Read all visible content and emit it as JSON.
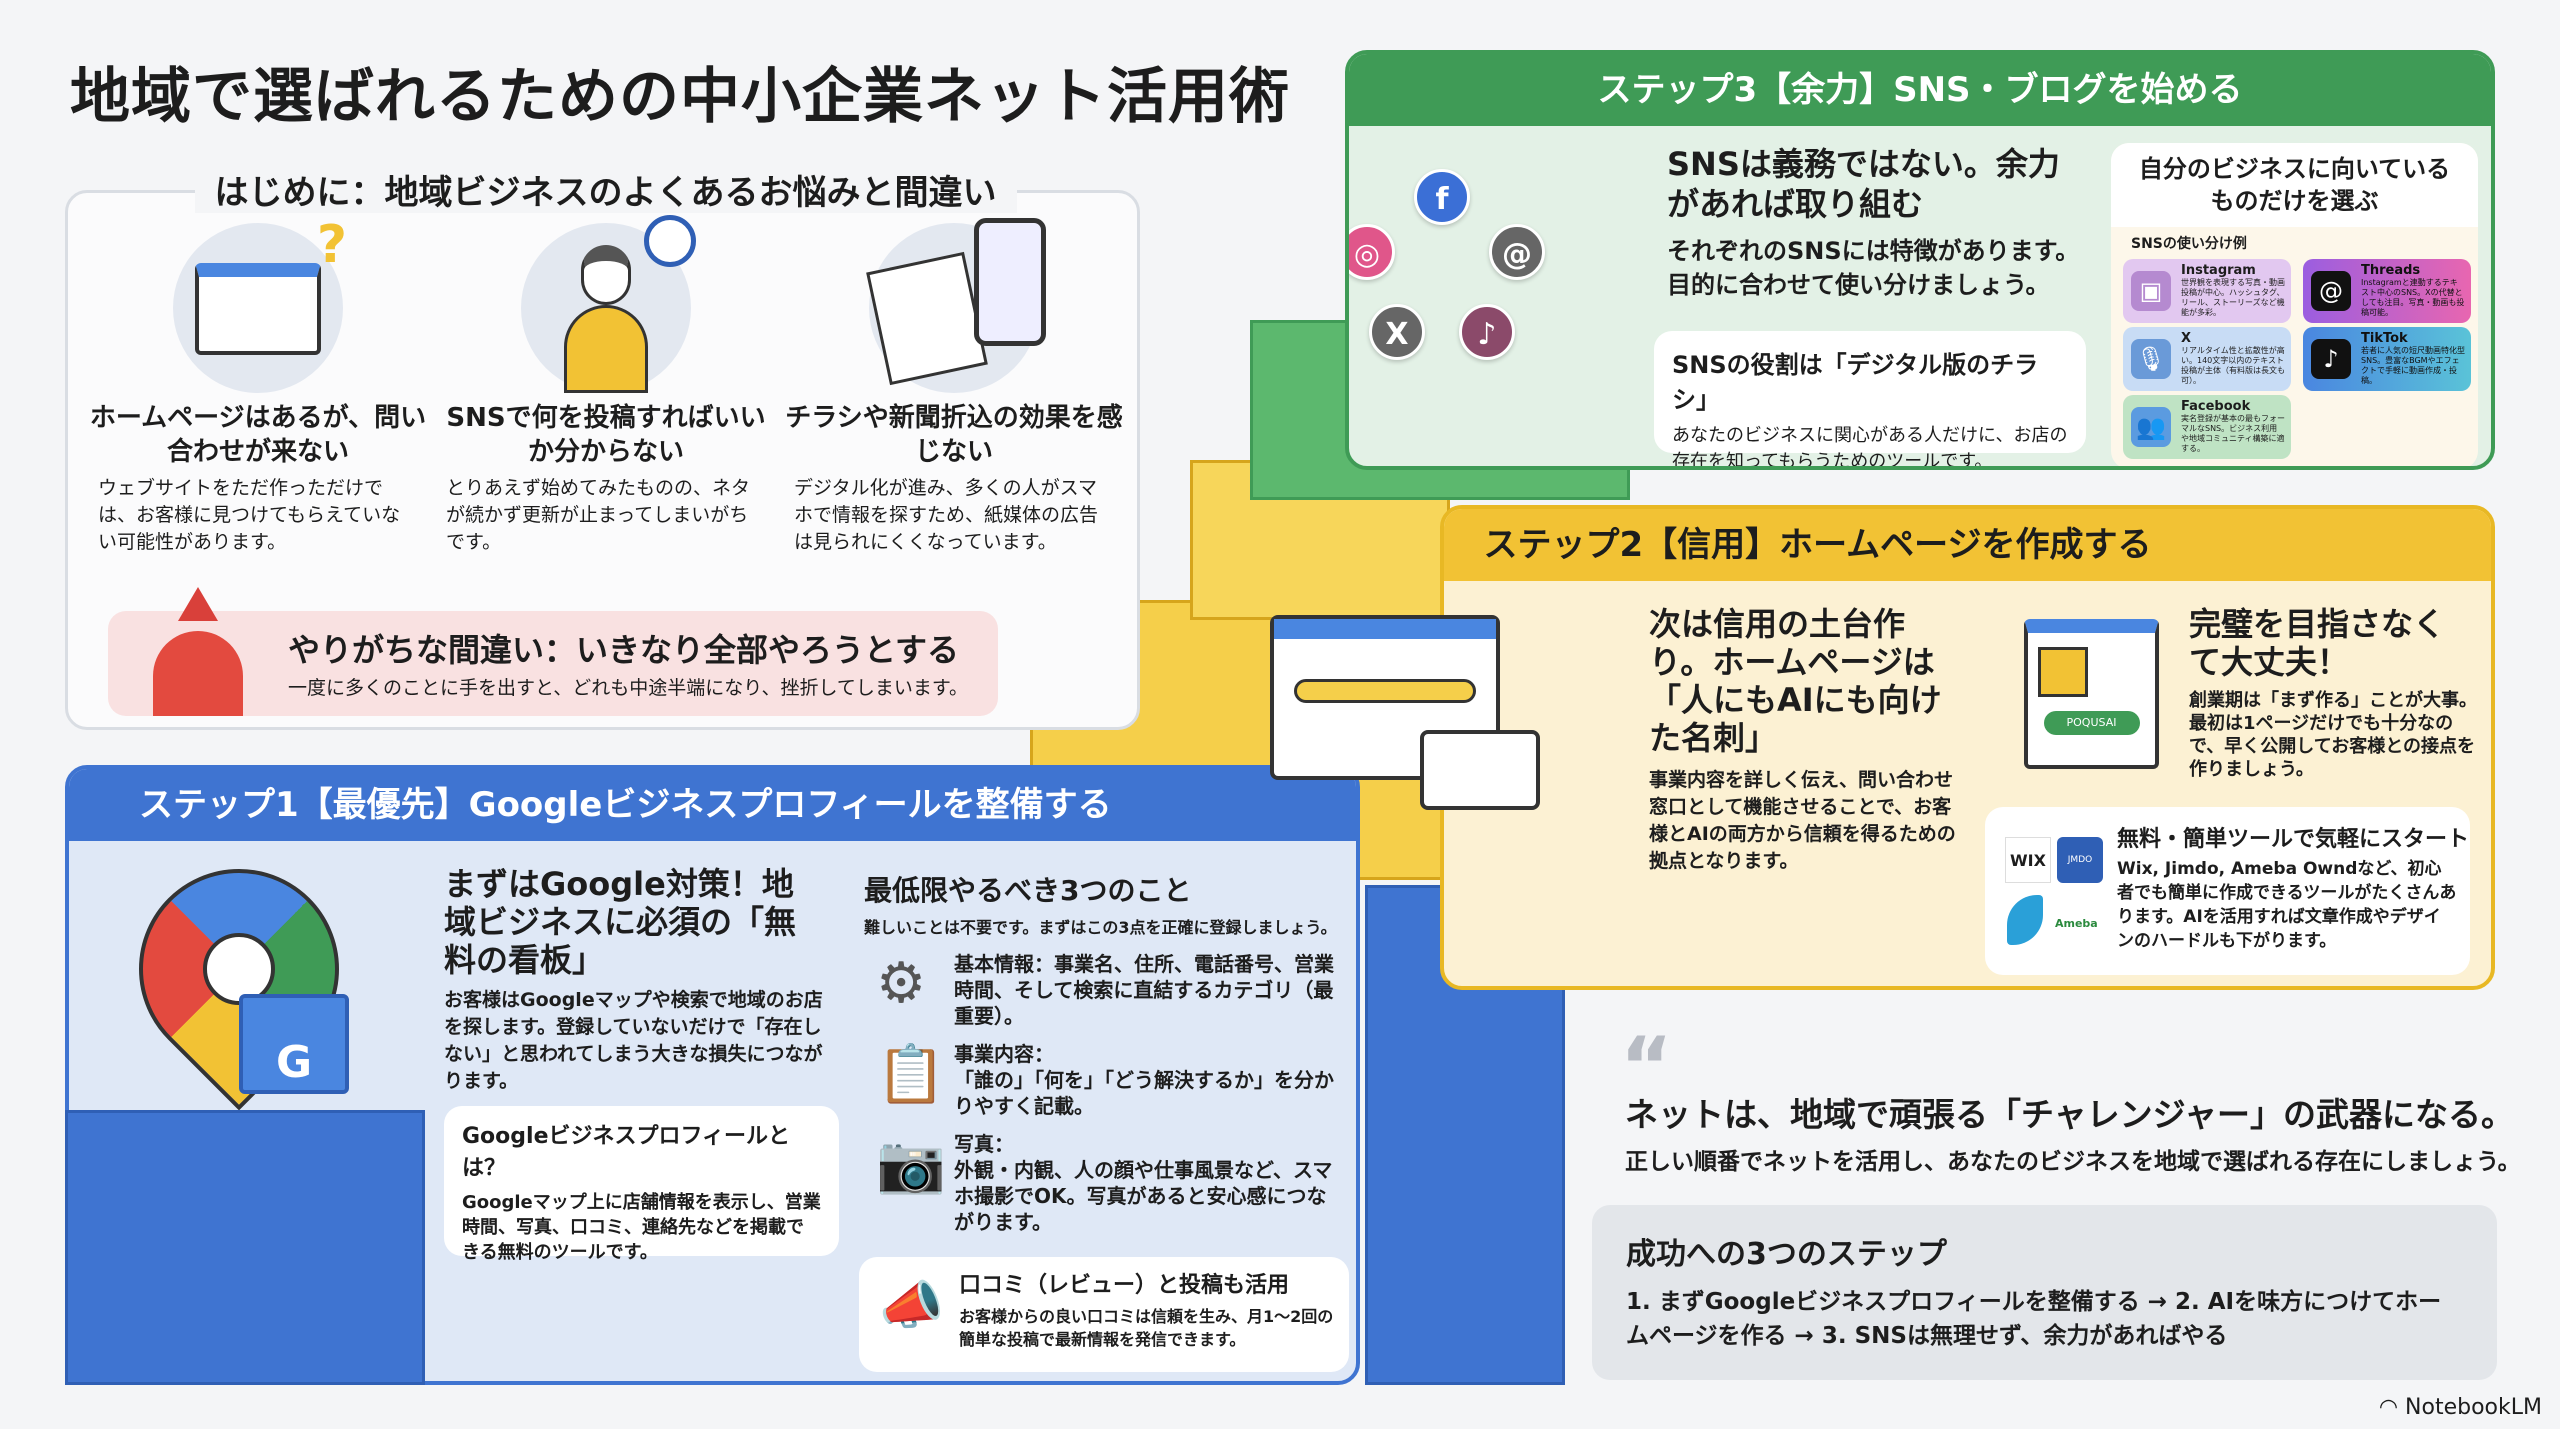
{
  "title": "地域で選ばれるための中小企業ネット活用術",
  "intro": {
    "heading": "はじめに：地域ビジネスのよくあるお悩みと間違い",
    "problems": [
      {
        "icon": "browser-search-icon",
        "title": "ホームページはあるが、問い合わせが来ない",
        "text": "ウェブサイトをただ作っただけでは、お客様に見つけてもらえていない可能性があります。"
      },
      {
        "icon": "confused-person-phone-icon",
        "title": "SNSで何を投稿すればいいか分からない",
        "text": "とりあえず始めてみたものの、ネタが続かず更新が止まってしまいがちです。"
      },
      {
        "icon": "newspaper-phone-map-icon",
        "title": "チラシや新聞折込の効果を感じない",
        "text": "デジタル化が進み、多くの人がスマホで情報を探すため、紙媒体の広告は見られにくくなっています。"
      }
    ],
    "mistake": {
      "title": "やりがちな間違い：いきなり全部やろうとする",
      "text": "一度に多くのことに手を出すと、どれも中途半端になり、挫折してしまいます。"
    }
  },
  "step3": {
    "header": "ステップ3【余力】SNS・ブログを始める",
    "headline": "SNSは義務ではない。余力があれば取り組む",
    "body": "それぞれのSNSには特徴があります。目的に合わせて使い分けましょう。",
    "role_title": "SNSの役割は「デジタル版のチラシ」",
    "role_text": "あなたのビジネスに関心がある人だけに、お店の存在を知ってもらうためのツールです。",
    "choose_title": "自分のビジネスに向いているものだけを選ぶ",
    "examples_title": "SNSの使い分け例",
    "sns": [
      {
        "name": "Instagram",
        "text": "世界観を表現する写真・動画投稿が中心。ハッシュタグ、リール、ストーリーズなど機能が多彩。",
        "color": "#e2c8f0"
      },
      {
        "name": "X",
        "text": "リアルタイム性と拡散性が高い。140文字以内のテキスト投稿が主体（有料版は長文も可）。",
        "color": "#c8dcf5"
      },
      {
        "name": "Facebook",
        "text": "実名登録が基本の最もフォーマルなSNS。ビジネス利用や地域コミュニティ構築に適する。",
        "color": "#bfe3c4"
      },
      {
        "name": "Threads",
        "text": "Instagramと連動するテキスト中心のSNS。Xの代替としても注目。写真・動画も投稿可能。",
        "color": "#c869e0"
      },
      {
        "name": "TikTok",
        "text": "若者に人気の短尺動画特化型SNS。豊富なBGMやエフェクトで手軽に動画作成・投稿。",
        "color": "#5b9be0"
      }
    ]
  },
  "step2": {
    "header": "ステップ2【信用】ホームページを作成する",
    "headline": "次は信用の土台作り。ホームページは「人にもAIにも向けた名刺」",
    "body": "事業内容を詳しく伝え、問い合わせ窓口として機能させることで、お客様とAIの両方から信頼を得るための拠点となります。",
    "perfect_title": "完璧を目指さなくて大丈夫！",
    "perfect_text": "創業期は「まず作る」ことが大事。最初は1ページだけでも十分なので、早く公開してお客様との接点を作りましょう。",
    "button_label": "POQUSAI",
    "tools_title": "無料・簡単ツールで気軽にスタート",
    "tools_text": "Wix, Jimdo, Ameba Owndなど、初心者でも簡単に作成できるツールがたくさんあります。AIを活用すれば文章作成やデザインのハードルも下がります。",
    "logos": [
      "WIX",
      "JMDO",
      "Ameba"
    ]
  },
  "step1": {
    "header": "ステップ1【最優先】Googleビジネスプロフィールを整備する",
    "headline": "まずはGoogle対策！地域ビジネスに必須の「無料の看板」",
    "body": "お客様はGoogleマップや検索で地域のお店を探します。登録していないだけで「存在しない」と思われてしまう大きな損失につながります。",
    "whatis_title": "Googleビジネスプロフィールとは？",
    "whatis_text": "Googleマップ上に店舗情報を表示し、営業時間、写真、口コミ、連絡先などを掲載できる無料のツールです。",
    "todo_title": "最低限やるべき3つのこと",
    "todo_sub": "難しいことは不要です。まずはこの3点を正確に登録しましょう。",
    "todos": [
      {
        "icon": "gear-icon",
        "title": "基本情報：",
        "text": "事業名、住所、電話番号、営業時間、そして検索に直結するカテゴリ（最重要）。"
      },
      {
        "icon": "checklist-icon",
        "title": "事業内容：",
        "text": "「誰の」「何を」「どう解決するか」を分かりやすく記載。"
      },
      {
        "icon": "camera-icon",
        "title": "写真：",
        "text": "外観・内観、人の顔や仕事風景など、スマホ撮影でOK。写真があると安心感につながります。"
      }
    ],
    "review_title": "口コミ（レビュー）と投稿も活用",
    "review_text": "お客様からの良い口コミは信頼を生み、月1〜2回の簡単な投稿で最新情報を発信できます。",
    "store_letter": "G"
  },
  "closing": {
    "quote_mark": "“",
    "headline": "ネットは、地域で頑張る「チャレンジャー」の武器になる。",
    "sub": "正しい順番でネットを活用し、あなたのビジネスを地域で選ばれる存在にしましょう。",
    "steps_title": "成功への3つのステップ",
    "steps_text": "1. まずGoogleビジネスプロフィールを整備する → 2. AIを味方につけてホームページを作る → 3. SNSは無理せず、余力があればやる"
  },
  "brand": "NotebookLM"
}
